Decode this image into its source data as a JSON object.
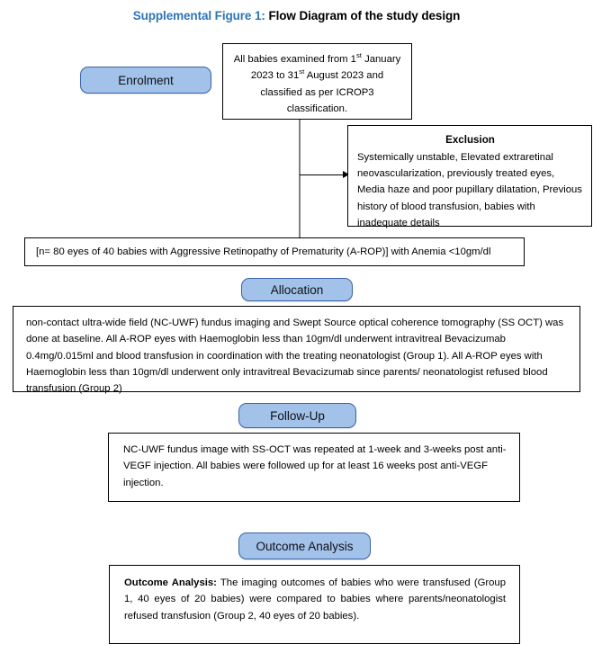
{
  "figure": {
    "title_accent": "Supplemental Figure 1:",
    "title_rest": " Flow Diagram of the study design",
    "accent_color": "#2E75B6",
    "pill_fill": "#A3C2EA",
    "pill_border": "#3A63A8"
  },
  "stages": {
    "enrolment": "Enrolment",
    "allocation": "Allocation",
    "followup": "Follow-Up",
    "outcome": "Outcome Analysis"
  },
  "boxes": {
    "enrolment": {
      "line1_a": "All babies examined from 1",
      "line1_sup": "st",
      "line1_b": " January 2023 to 31",
      "line2_sup": "st",
      "line2_b": " August 2023 and classified as per ICROP3 classification."
    },
    "exclusion": {
      "heading": "Exclusion",
      "body": "Systemically unstable, Elevated extraretinal neovascularization, previously treated eyes, Media haze and poor pupillary dilatation, Previous history of blood transfusion, babies with inadequate details"
    },
    "sample": {
      "text": "[n= 80 eyes of 40 babies with Aggressive Retinopathy of Prematurity (A-ROP)] with Anemia <10gm/dl"
    },
    "allocation": {
      "text": " non-contact ultra-wide field (NC-UWF) fundus imaging and Swept Source optical coherence tomography (SS OCT) was done at baseline. All A-ROP eyes with Haemoglobin less than 10gm/dl underwent intravitreal Bevacizumab 0.4mg/0.015ml and blood transfusion in coordination with the treating neonatologist (Group 1). All A-ROP eyes with Haemoglobin less than 10gm/dl underwent only intravitreal Bevacizumab since parents/ neonatologist refused blood transfusion (Group 2)"
    },
    "followup": {
      "text": "NC-UWF fundus image with SS-OCT was repeated at 1-week and 3-weeks post anti-VEGF injection. All babies were followed up for at least 16 weeks post anti-VEGF injection."
    },
    "outcome": {
      "lead": "Outcome Analysis:",
      "body": " The imaging outcomes of babies who were transfused (Group 1, 40 eyes of 20 babies) were compared to babies where parents/neonatologist refused transfusion (Group 2, 40 eyes of 20 babies)."
    }
  }
}
